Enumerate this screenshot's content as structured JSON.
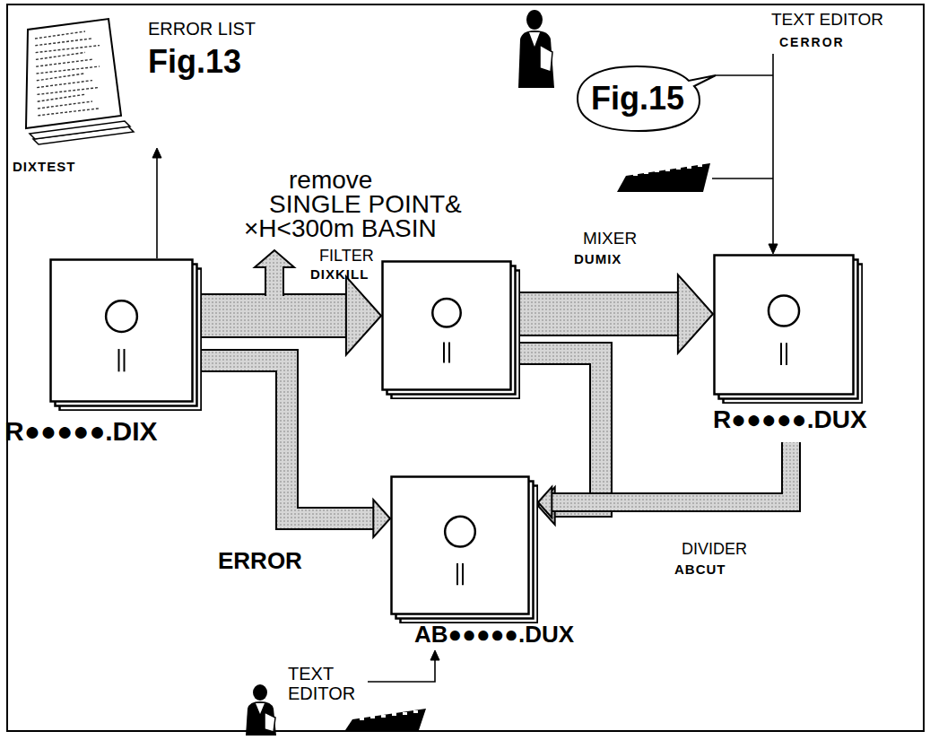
{
  "diagram": {
    "nodes": [
      {
        "text": [
          "ERROR LIST",
          "Fig.13"
        ]
      },
      {
        "text": [
          "R●●●●●.DIX"
        ]
      },
      {
        "text": []
      },
      {
        "text": [
          "R●●●●●.DUX"
        ]
      },
      {
        "text": [
          "AB●●●●●.DUX"
        ]
      },
      {
        "text": [
          "Fig.15"
        ]
      },
      {
        "text": [
          "TEXT EDITOR",
          "CERROR"
        ]
      },
      {
        "text": [
          "TEXT EDITOR"
        ]
      }
    ],
    "edges": [
      {
        "from": 1,
        "to": 0,
        "arrow": "to",
        "label": "DIXTEST"
      },
      {
        "from": 1,
        "to": 2,
        "arrow": "to",
        "label": "DIXKILL"
      },
      {
        "from": 2,
        "to": 3,
        "arrow": "to",
        "label": "DUMIX"
      },
      {
        "from": 1,
        "to": 4,
        "arrow": "to",
        "label": "ERROR"
      },
      {
        "from": 2,
        "to": 4,
        "arrow": "to"
      },
      {
        "from": 3,
        "to": 4,
        "arrow": "to",
        "label": "ABCUT"
      },
      {
        "from": 6,
        "to": 3,
        "arrow": "to"
      },
      {
        "from": 7,
        "to": 4,
        "arrow": "to"
      }
    ],
    "labels": [
      "remove",
      "SINGLE POINT&",
      "×H<300m BASIN",
      "FILTER",
      "MIXER",
      "DIVIDER"
    ]
  }
}
